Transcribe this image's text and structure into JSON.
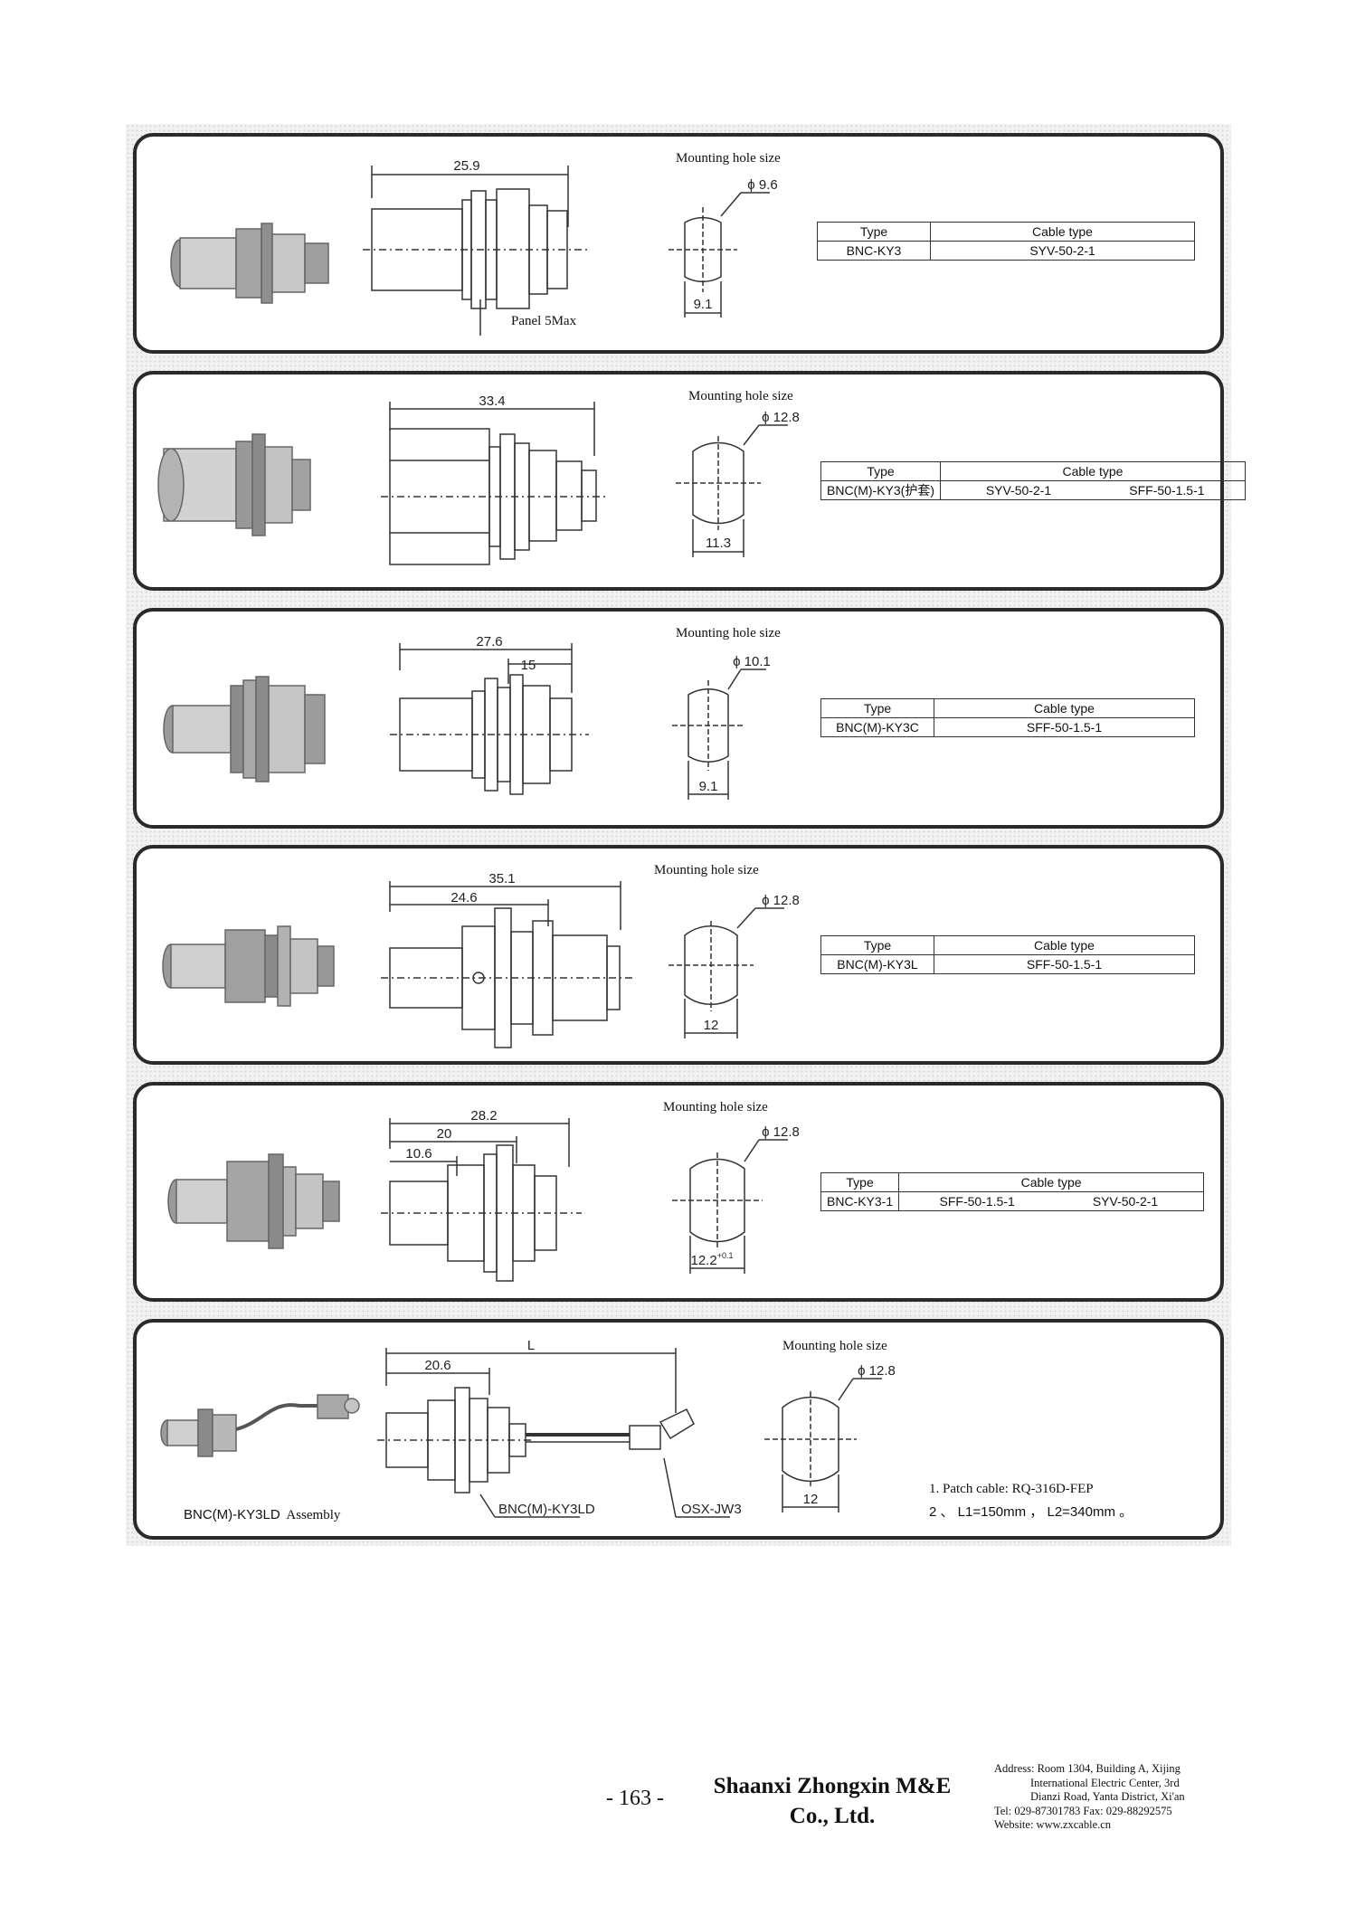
{
  "panels": [
    {
      "mount_title": "Mounting hole size",
      "diameter": "ϕ 9.6",
      "flat": "9.1",
      "dims": [
        "25.9"
      ],
      "extra_label": "Panel 5Max",
      "table": {
        "type_header": "Type",
        "cable_header": "Cable type",
        "type": "BNC-KY3",
        "cables": [
          "SYV-50-2-1"
        ]
      }
    },
    {
      "mount_title": "Mounting hole size",
      "diameter": "ϕ 12.8",
      "flat": "11.3",
      "dims": [
        "33.4"
      ],
      "table": {
        "type_header": "Type",
        "cable_header": "Cable type",
        "type": "BNC(M)-KY3(护套)",
        "cables": [
          "SYV-50-2-1",
          "SFF-50-1.5-1"
        ]
      }
    },
    {
      "mount_title": "Mounting hole size",
      "diameter": "ϕ 10.1",
      "flat": "9.1",
      "dims": [
        "27.6",
        "15"
      ],
      "table": {
        "type_header": "Type",
        "cable_header": "Cable type",
        "type": "BNC(M)-KY3C",
        "cables": [
          "SFF-50-1.5-1"
        ]
      }
    },
    {
      "mount_title": "Mounting hole size",
      "diameter": "ϕ 12.8",
      "flat": "12",
      "dims": [
        "35.1",
        "24.6"
      ],
      "table": {
        "type_header": "Type",
        "cable_header": "Cable type",
        "type": "BNC(M)-KY3L",
        "cables": [
          "SFF-50-1.5-1"
        ]
      }
    },
    {
      "mount_title": "Mounting hole size",
      "diameter": "ϕ 12.8",
      "flat": "12.2",
      "flat_sup": "+0.1",
      "dims": [
        "28.2",
        "20",
        "10.6"
      ],
      "table": {
        "type_header": "Type",
        "cable_header": "Cable type",
        "type": "BNC-KY3-1",
        "cables": [
          "SFF-50-1.5-1",
          "SYV-50-2-1"
        ]
      }
    },
    {
      "mount_title": "Mounting hole size",
      "diameter": "ϕ 12.8",
      "flat": "12",
      "dims": [
        "L",
        "20.6"
      ],
      "callouts": [
        "BNC(M)-KY3LD",
        "OSX-JW3"
      ],
      "assembly_model": "BNC(M)-KY3LD",
      "assembly_word": "Assembly",
      "notes": [
        "1. Patch cable: RQ-316D-FEP",
        "2 、 L1=150mm ， L2=340mm 。"
      ]
    }
  ],
  "footer": {
    "page": "- 163 -",
    "company_line1": "Shaanxi Zhongxin M&E",
    "company_line2": "Co., Ltd.",
    "address_lines": [
      "Address: Room 1304, Building A, Xijing",
      "International Electric Center, 3rd",
      "Dianzi Road, Yanta District, Xi'an",
      "Tel: 029-87301783    Fax: 029-88292575",
      "Website: www.zxcable.cn"
    ]
  }
}
